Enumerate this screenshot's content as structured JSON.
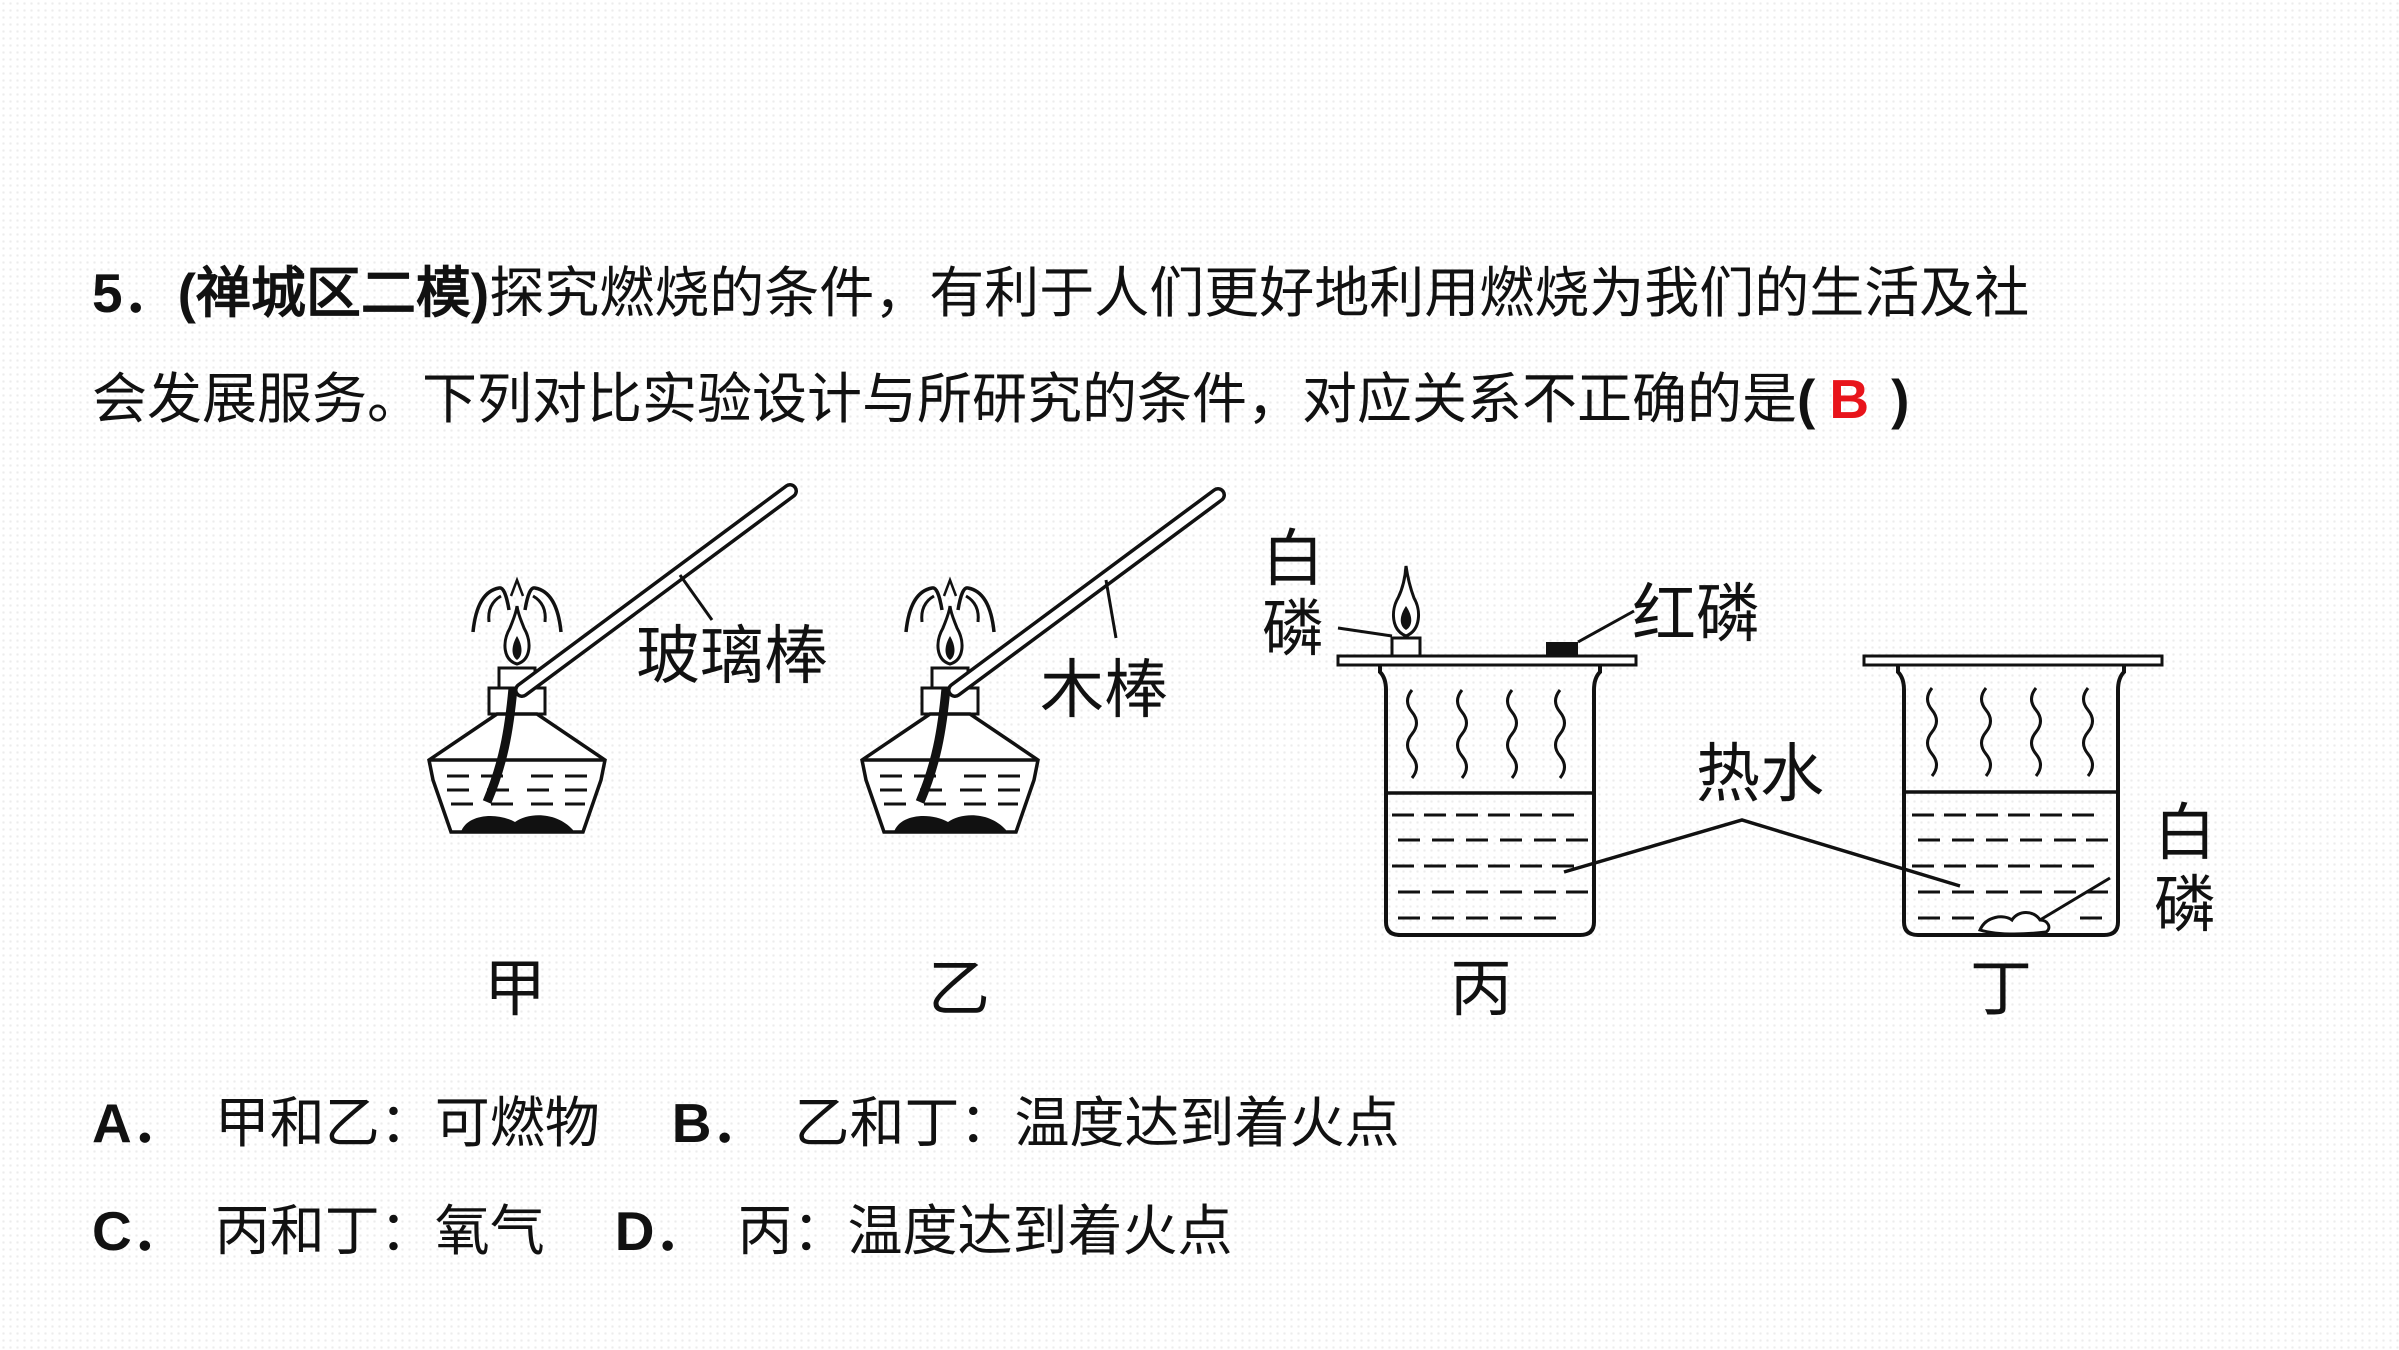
{
  "question": {
    "number": "5．",
    "source": "(禅城区二模)",
    "stem_line1": "探究燃烧的条件，有利于人们更好地利用燃烧为我们的生活及社",
    "stem_line2": "会发展服务。下列对比实验设计与所研究的条件，对应关系不正确的是",
    "paren_open": "(",
    "answer": "B",
    "paren_close": ")"
  },
  "figure": {
    "label_glass_rod": "玻璃棒",
    "label_wood_stick": "木棒",
    "label_white_p_top": [
      "白",
      "磷"
    ],
    "label_red_p": "红磷",
    "label_hot_water": "热水",
    "label_white_p_bottom": [
      "白",
      "磷"
    ],
    "captions": [
      "甲",
      "乙",
      "丙",
      "丁"
    ]
  },
  "options": [
    {
      "letter": "A．",
      "text": "甲和乙：可燃物"
    },
    {
      "letter": "B．",
      "text": "乙和丁：温度达到着火点"
    },
    {
      "letter": "C．",
      "text": "丙和丁：氧气"
    },
    {
      "letter": "D．",
      "text": "丙：温度达到着火点"
    }
  ]
}
